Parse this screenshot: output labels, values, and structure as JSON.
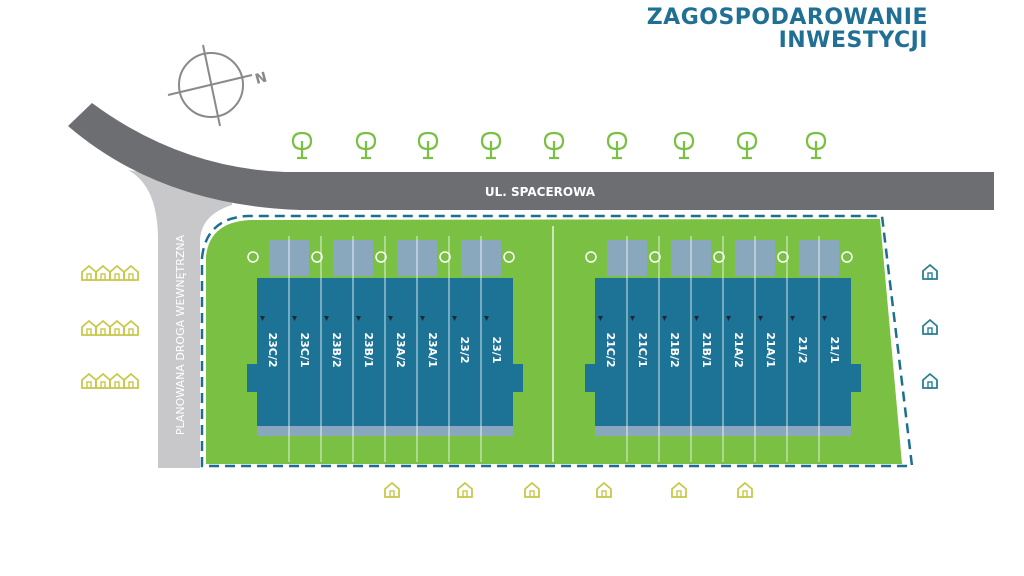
{
  "title": {
    "line1": "ZAGOSPODAROWANIE",
    "line2": "INWESTYCJI"
  },
  "compass": {
    "north_label": "N"
  },
  "streets": {
    "main": "UL. SPACEROWA",
    "internal": "PLANOWANA DROGA WEWNĘTRZNA"
  },
  "units_left": [
    "23C/2",
    "23C/1",
    "23B/2",
    "23B/1",
    "23A/2",
    "23A/1",
    "23/2",
    "23/1"
  ],
  "units_right": [
    "21C/2",
    "21C/1",
    "21B/2",
    "21B/1",
    "21A/2",
    "21A/1",
    "21/2",
    "21/1"
  ],
  "colors": {
    "title": "#1f7094",
    "road": "#6d6e71",
    "internal_road": "#c8c8ca",
    "lawn": "#79c043",
    "building": "#1d7396",
    "building_light": "#8aa8bd",
    "boundary": "#1d6f8f",
    "tree": "#79c043",
    "house_yellow": "#c8c84b",
    "house_teal": "#2a7f96"
  }
}
